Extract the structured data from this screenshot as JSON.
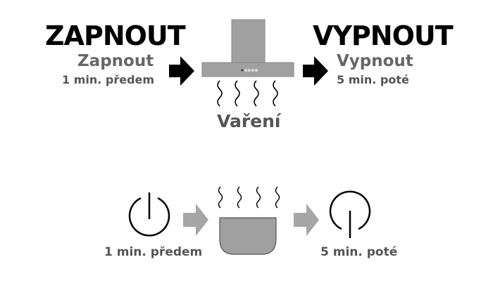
{
  "top": {
    "on_title": "ZAPNOUT",
    "on_label": "Zapnout",
    "on_time": "1 min. předem",
    "cooking_label": "Vaření",
    "off_title": "VYPNOUT",
    "off_label": "Vypnout",
    "off_time": "5 min. poté"
  },
  "bottom": {
    "on_time": "1 min. předem",
    "off_time": "5 min. poté"
  },
  "colors": {
    "text_dark": "#000000",
    "text_gray": "#666666",
    "hood": "#a0a0a0",
    "arrow_gray": "#a6a6a6"
  }
}
